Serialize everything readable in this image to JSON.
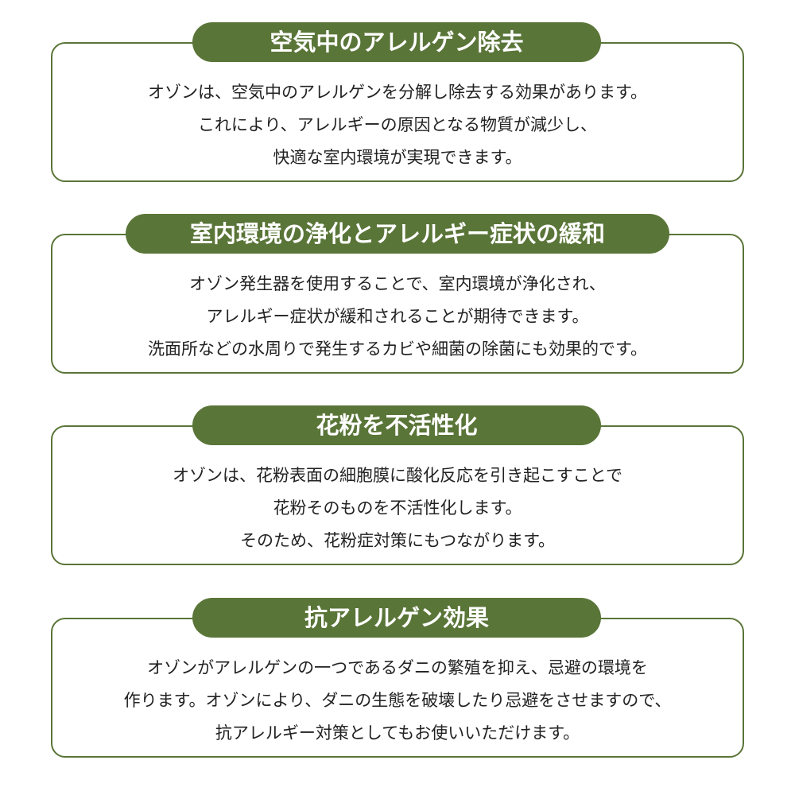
{
  "sections": [
    {
      "title": "空気中のアレルゲン除去",
      "lines": [
        "オゾンは、空気中のアレルゲンを分解し除去する効果があります。",
        "これにより、アレルギーの原因となる物質が減少し、",
        "快適な室内環境が実現できます。"
      ]
    },
    {
      "title": "室内環境の浄化とアレルギー症状の緩和",
      "lines": [
        "オゾン発生器を使用することで、室内環境が浄化され、",
        "アレルギー症状が緩和されることが期待できます。",
        "洗面所などの水周りで発生するカビや細菌の除菌にも効果的です。"
      ]
    },
    {
      "title": "花粉を不活性化",
      "lines": [
        "オゾンは、花粉表面の細胞膜に酸化反応を引き起こすことで",
        "花粉そのものを不活性化します。",
        "そのため、花粉症対策にもつながります。"
      ]
    },
    {
      "title": "抗アレルゲン効果",
      "lines": [
        "オゾンがアレルゲンの一つであるダニの繁殖を抑え、忌避の環境を",
        "作ります。オゾンにより、ダニの生態を破壊したり忌避をさせますので、",
        "抗アレルギー対策としてもお使いいただけます。"
      ]
    }
  ],
  "colors": {
    "accent": "#5a7538",
    "text": "#222222",
    "background": "#ffffff"
  }
}
